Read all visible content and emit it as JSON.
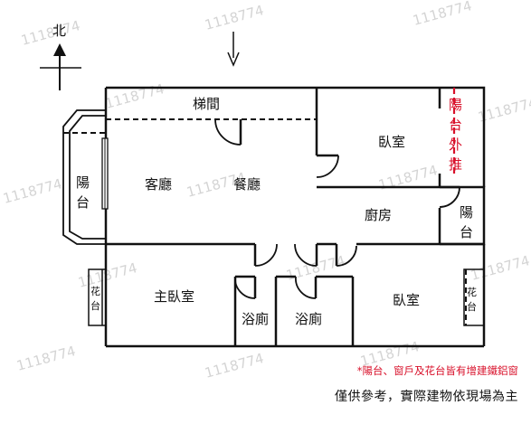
{
  "watermark": "1118774",
  "compass": {
    "north": "北"
  },
  "rooms": {
    "stairs": "梯間",
    "bedroom_ne": "臥室",
    "living": "客廳",
    "dining": "餐廳",
    "kitchen": "廚房",
    "master_bedroom": "主臥室",
    "bath_left": "浴廁",
    "bath_right": "浴廁",
    "bedroom_se": "臥室"
  },
  "balconies": {
    "west": [
      "陽",
      "台"
    ],
    "east_small": [
      "陽",
      "台"
    ],
    "east_extension": [
      "陽",
      "台",
      "外",
      "推"
    ]
  },
  "planters": {
    "left": [
      "花",
      "台"
    ],
    "right": [
      "花",
      "台"
    ]
  },
  "notes": {
    "red": "*陽台、窗戶及花台皆有增建鐵鋁窗",
    "black": "僅供參考，實際建物依現場為主"
  },
  "colors": {
    "wall": "#111111",
    "accent_red": "#d8102a",
    "watermark": "#d4d4d4"
  }
}
